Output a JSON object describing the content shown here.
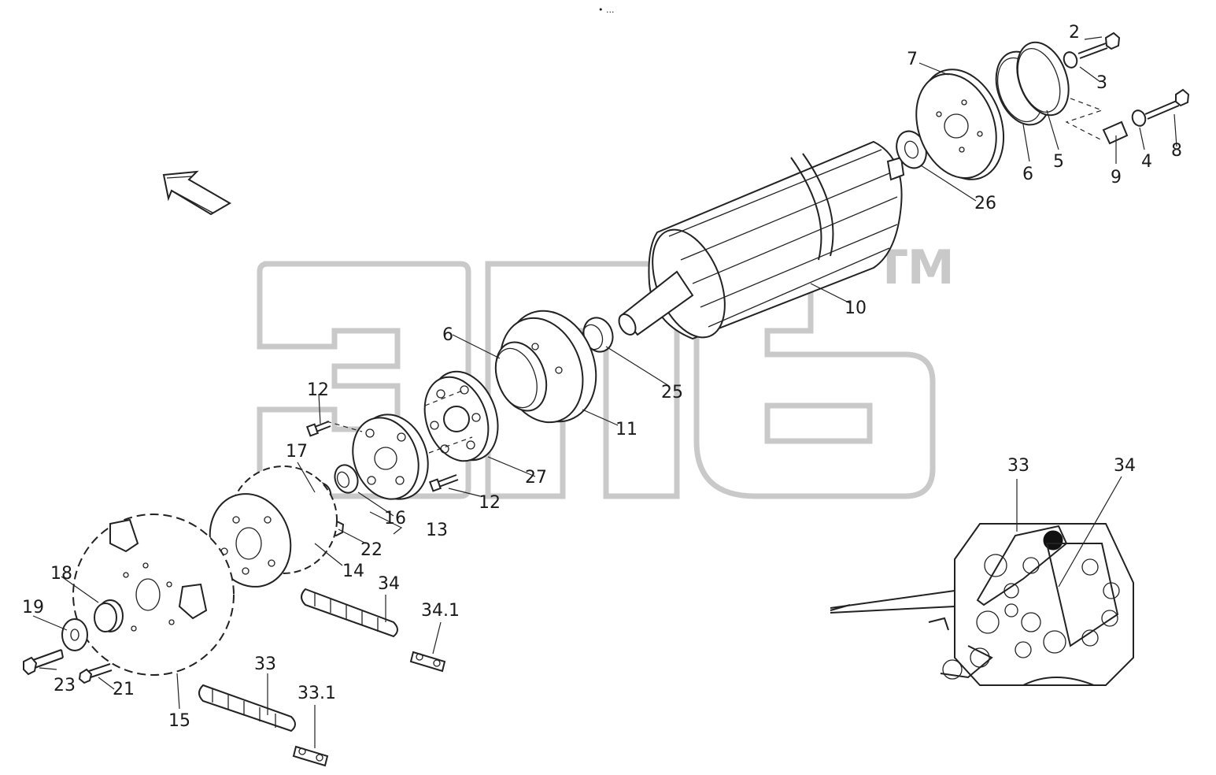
{
  "top_mark": "• ...",
  "watermark": {
    "tm": "TM"
  },
  "callouts": {
    "c2": "2",
    "c3": "3",
    "c4": "4",
    "c5": "5",
    "c6a": "6",
    "c6b": "6",
    "c7": "7",
    "c8": "8",
    "c9": "9",
    "c10": "10",
    "c11": "11",
    "c12a": "12",
    "c12b": "12",
    "c13": "13",
    "c14": "14",
    "c15": "15",
    "c16": "16",
    "c17": "17",
    "c18": "18",
    "c19": "19",
    "c21": "21",
    "c22": "22",
    "c23": "23",
    "c25": "25",
    "c26": "26",
    "c27": "27",
    "c33": "33",
    "c33_1": "33.1",
    "c34": "34",
    "c34_1": "34.1",
    "inset33": "33",
    "inset34": "34"
  },
  "icons": [
    "direction-arrow-icon",
    "watermark-logo",
    "baler-schematic-inset"
  ]
}
